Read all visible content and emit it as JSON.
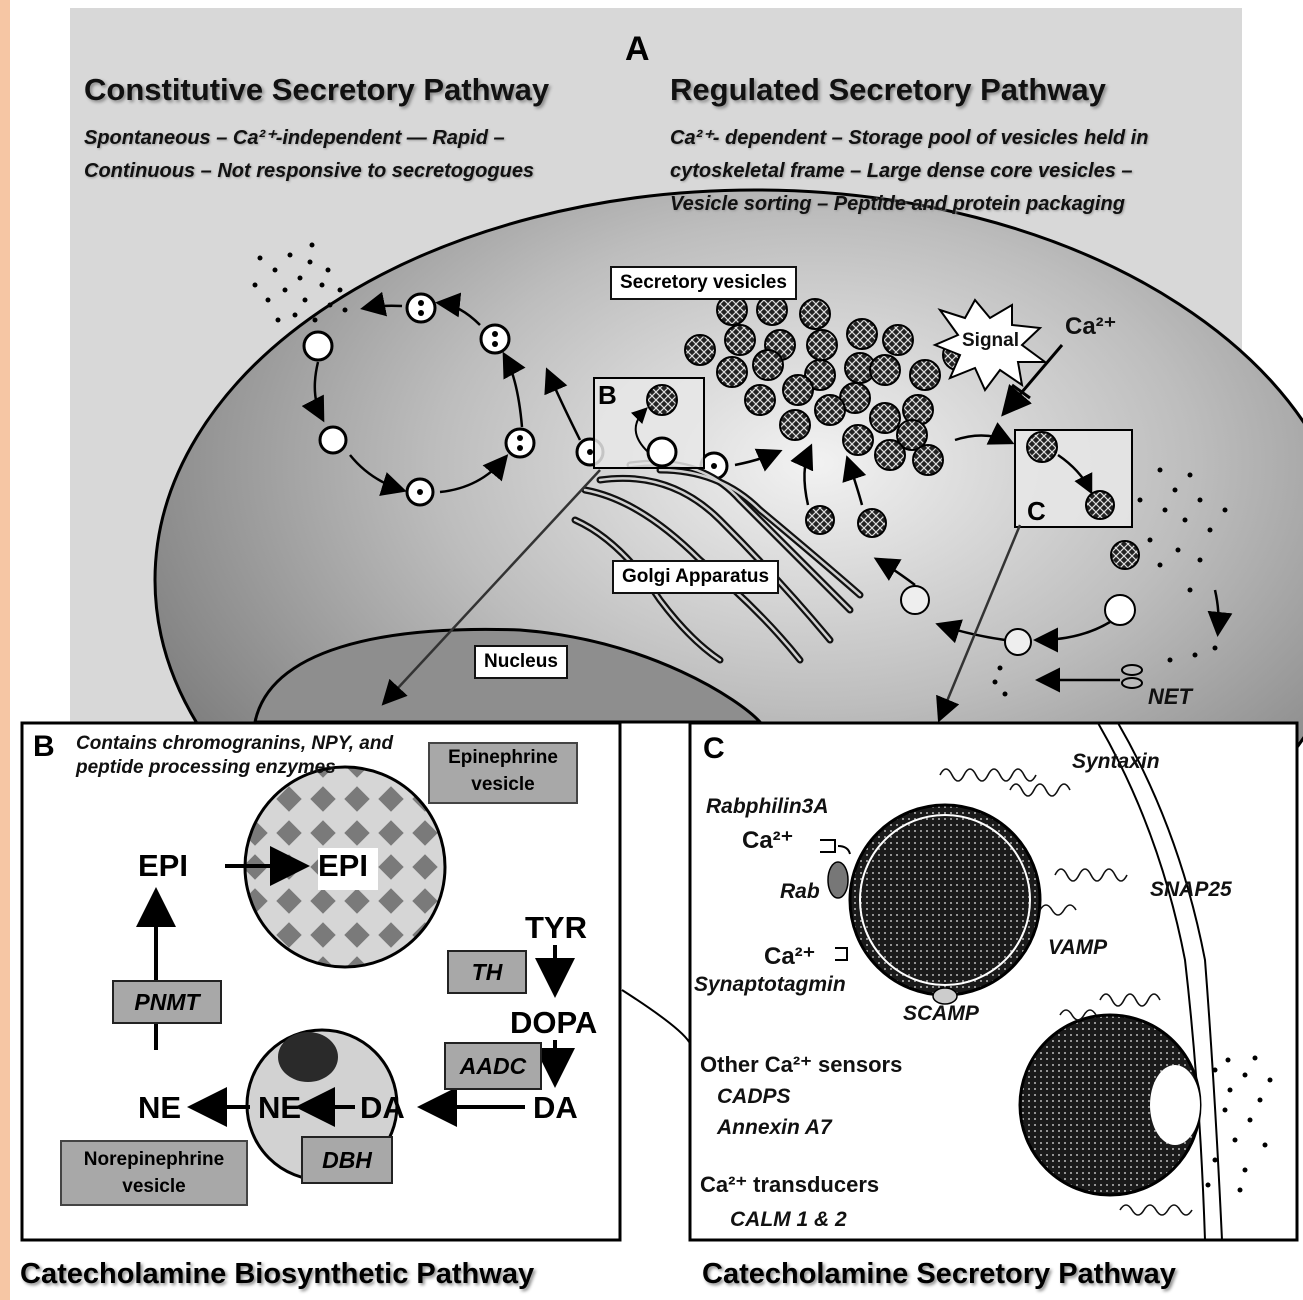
{
  "panel_a": {
    "letter": "A",
    "constitutive": {
      "title": "Constitutive Secretory Pathway",
      "line1": "Spontaneous – Ca²⁺-independent — Rapid –",
      "line2": "Continuous – Not responsive to secretogogues"
    },
    "regulated": {
      "title": "Regulated Secretory Pathway",
      "line1": "Ca²⁺- dependent – Storage pool of vesicles held in",
      "line2": "cytoskeletal frame – Large dense core vesicles –",
      "line3": "Vesicle sorting – Peptide and protein packaging"
    },
    "labels": {
      "secretory_vesicles": "Secretory vesicles",
      "signal": "Signal",
      "ca": "Ca²⁺",
      "golgi": "Golgi Apparatus",
      "nucleus": "Nucleus",
      "net": "NET",
      "inset_b": "B",
      "inset_c": "C"
    }
  },
  "panel_b": {
    "letter": "B",
    "note": "Contains chromogranins, NPY, and peptide processing enzymes",
    "epinephrine_vesicle": [
      "Epinephrine",
      "vesicle"
    ],
    "norepinephrine_vesicle": [
      "Norepinephrine",
      "vesicle"
    ],
    "molecules": {
      "epi_out": "EPI",
      "epi_in": "EPI",
      "tyr": "TYR",
      "dopa": "DOPA",
      "da_out": "DA",
      "da_in": "DA",
      "ne_in": "NE",
      "ne_out": "NE"
    },
    "enzymes": {
      "th": "TH",
      "aadc": "AADC",
      "dbh": "DBH",
      "pnmt": "PNMT"
    },
    "footer": "Catecholamine Biosynthetic Pathway"
  },
  "panel_c": {
    "letter": "C",
    "proteins": {
      "syntaxin": "Syntaxin",
      "rabphilin": "Rabphilin3A",
      "ca1": "Ca²⁺",
      "rab": "Rab",
      "snap25": "SNAP25",
      "vamp": "VAMP",
      "ca2": "Ca²⁺",
      "synaptotagmin": "Synaptotagmin",
      "scamp": "SCAMP"
    },
    "other_sensors": {
      "title": "Other Ca²⁺ sensors",
      "items": [
        "CADPS",
        "Annexin A7"
      ]
    },
    "transducers": {
      "title": "Ca²⁺ transducers",
      "items": [
        "CALM 1 & 2"
      ]
    },
    "footer": "Catecholamine Secretory Pathway"
  },
  "colors": {
    "panel_bg": "#d8d8d8",
    "cell": "#9a9a9a",
    "nucleus": "#8c8c8c",
    "box_gray": "#a8a8a8",
    "edge_strip": "#f6c6a4"
  }
}
